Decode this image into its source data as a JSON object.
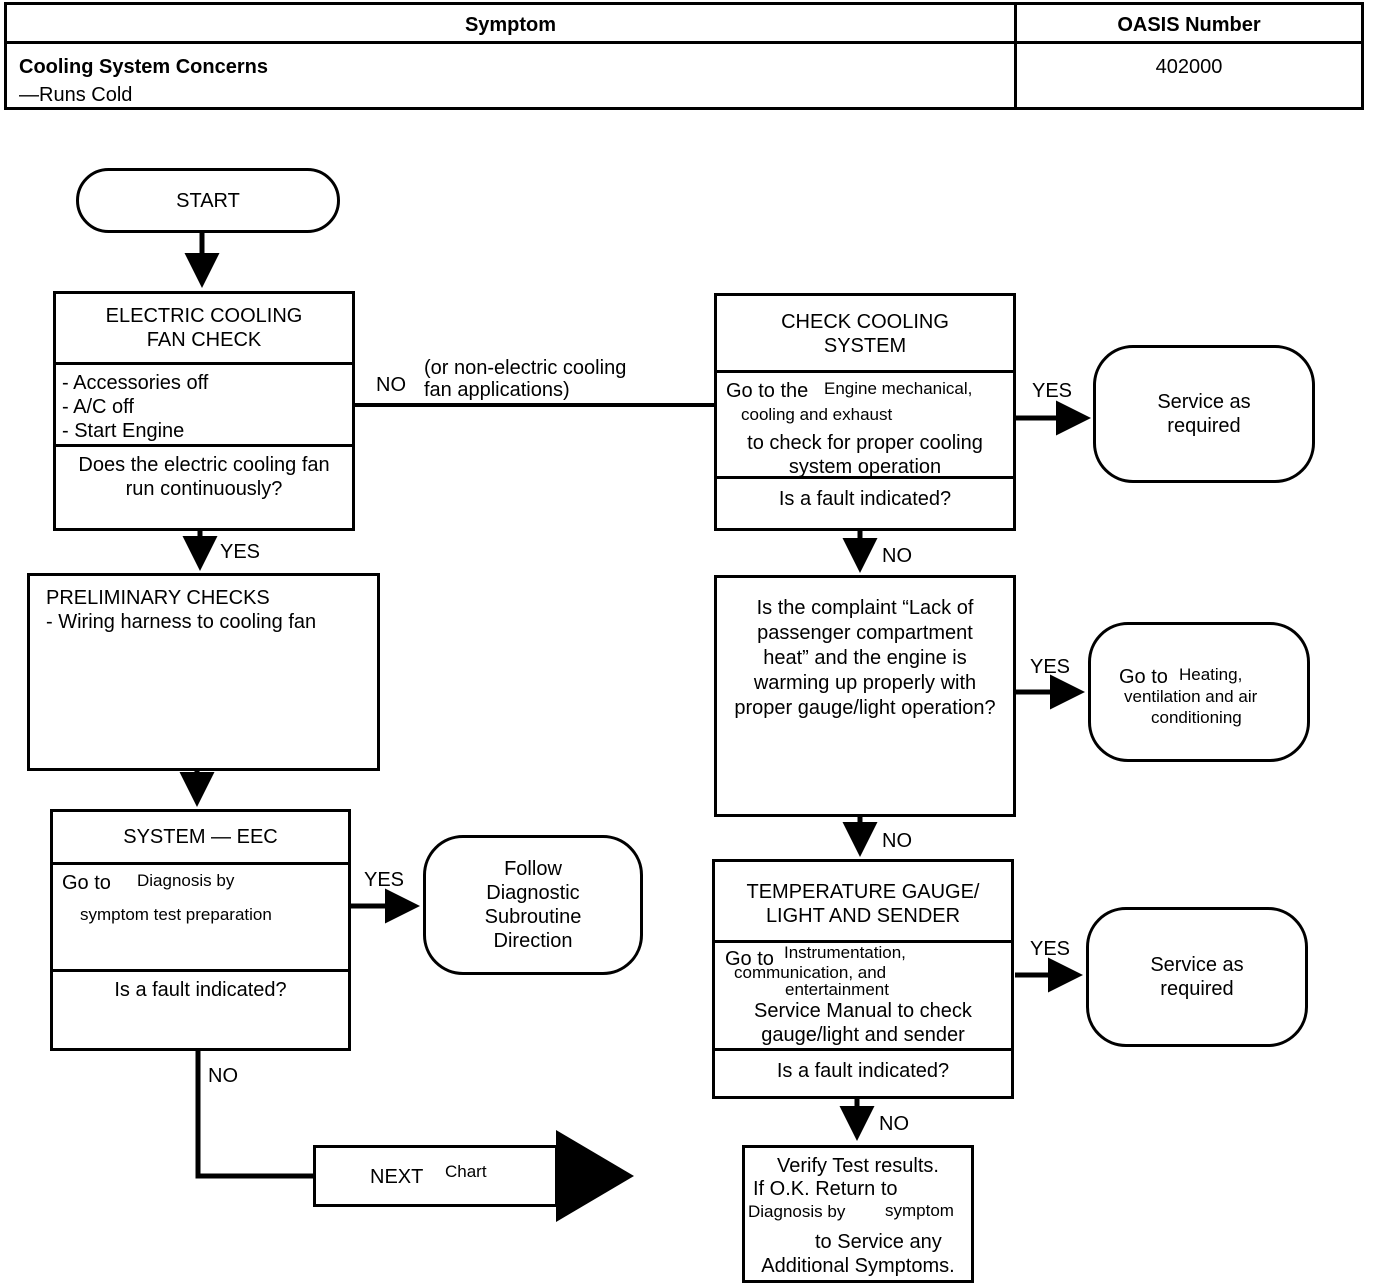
{
  "header": {
    "col_symptom": "Symptom",
    "col_oasis": "OASIS Number",
    "symptom_title": "Cooling System Concerns",
    "symptom_sub": "—Runs Cold",
    "oasis_number": "402000"
  },
  "start": {
    "label": "START"
  },
  "fan_check": {
    "title_1": "ELECTRIC COOLING",
    "title_2": "FAN CHECK",
    "steps": [
      "- Accessories off",
      "- A/C off",
      "- Start Engine"
    ],
    "q_1": "Does the electric cooling fan",
    "q_2": "run continuously?"
  },
  "no_branch": {
    "label": "NO",
    "note_1": "(or non-electric cooling",
    "note_2": "fan applications)"
  },
  "yes1": "YES",
  "prelim": {
    "title": "PRELIMINARY CHECKS",
    "item": "- Wiring harness to cooling fan"
  },
  "eec": {
    "title": "SYSTEM — EEC",
    "go_to": "Go to",
    "ref_1": "Diagnosis by",
    "ref_2": "symptom test preparation",
    "q": "Is a fault indicated?"
  },
  "yes_eec": "YES",
  "follow": {
    "l1": "Follow",
    "l2": "Diagnostic",
    "l3": "Subroutine",
    "l4": "Direction"
  },
  "no_eec": "NO",
  "next": {
    "label": "NEXT",
    "sub": "Chart"
  },
  "cooling": {
    "title_1": "CHECK COOLING",
    "title_2": "SYSTEM",
    "go_to": "Go to the",
    "ref_1": "Engine mechanical,",
    "ref_2": "cooling and exhaust",
    "line_3": "to check for proper cooling",
    "line_4": "system operation",
    "q": "Is a fault indicated?"
  },
  "yes_cool": "YES",
  "service1": {
    "l1": "Service as",
    "l2": "required"
  },
  "no_cool": "NO",
  "complaint": {
    "l1": "Is the complaint “Lack of",
    "l2": "passenger compartment",
    "l3": "heat” and the engine is",
    "l4": "warming up properly with",
    "l5": "proper gauge/light operation?"
  },
  "yes_comp": "YES",
  "heating": {
    "go_to": "Go to",
    "ref_1": "Heating,",
    "ref_2": "ventilation and air",
    "ref_3": "conditioning"
  },
  "no_comp": "NO",
  "gauge": {
    "title_1": "TEMPERATURE GAUGE/",
    "title_2": "LIGHT AND SENDER",
    "go_to": "Go to",
    "ref_1": "Instrumentation,",
    "ref_2": "communication, and",
    "ref_3": "entertainment",
    "line_4": "Service Manual to check",
    "line_5": "gauge/light and sender",
    "q": "Is a fault indicated?"
  },
  "yes_gauge": "YES",
  "service2": {
    "l1": "Service as",
    "l2": "required"
  },
  "no_gauge": "NO",
  "verify": {
    "l1": "Verify Test results.",
    "l2": "If O.K. Return to",
    "l3a": "Diagnosis by",
    "l3b": "symptom",
    "l4": "to Service any",
    "l5": "Additional Symptoms."
  }
}
